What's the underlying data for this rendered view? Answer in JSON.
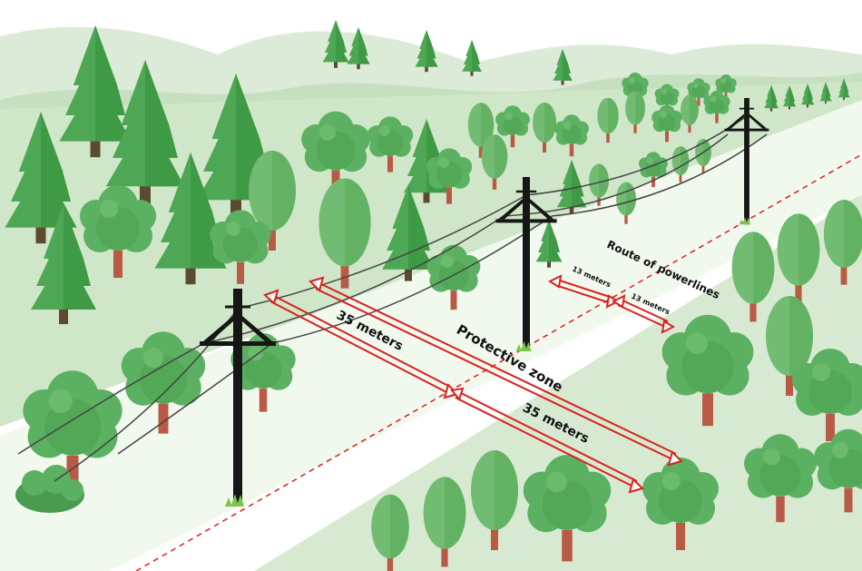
{
  "labels": {
    "route": "Route of powerlines",
    "protective_zone": "Protective zone",
    "dist_35_upper": "35 meters",
    "dist_35_lower": "35 meters",
    "dist_13_left": "13 meters",
    "dist_13_right": "13 meters"
  },
  "colors": {
    "sky": "#ffffff",
    "far_hills": "#dcebd7",
    "mid_hills": "#c5dfbf",
    "meadow": "#cfe6c8",
    "corridor": "#f1f8ee",
    "tree_dark": "#3f9a45",
    "tree_mid": "#5cb062",
    "tree_light": "#78bd78",
    "trunk": "#b85a45",
    "pole": "#161616",
    "wire": "#444444",
    "arrow": "#d8221e",
    "dashed_line": "#d8221e",
    "grass": "#7cc44a"
  },
  "icons": {
    "pole": "power-pole-icon",
    "conifer": "conifer-tree-icon",
    "deciduous": "deciduous-tree-icon",
    "bush": "bush-icon"
  }
}
